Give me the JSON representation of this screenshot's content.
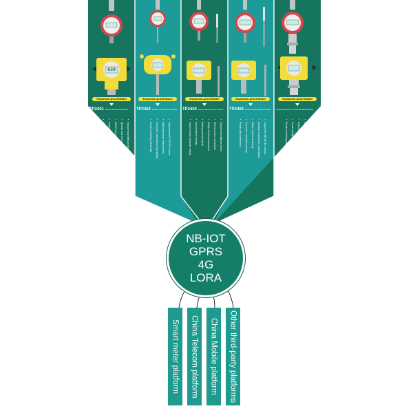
{
  "colors": {
    "dark_green": "#16755f",
    "teal": "#1d9b98",
    "platform": "#1e9a8f",
    "hub": "#147f68",
    "badge": "#f3e33a",
    "device_yellow": "#f2dc3a",
    "display_green": "#c6efe2"
  },
  "columns": [
    {
      "model": "TP2401",
      "subtitle": "Wireless Pressure Smart Meter",
      "badge": "Explosion-proof Model",
      "device_display": "030",
      "features": [
        "High-precision diffusion silicon core",
        "Optional LCD screen and alarm",
        "NB-IOT low power consumption",
        "Long battery life design",
        "Support multiple wireless transmission",
        "Convenient and easy to install"
      ]
    },
    {
      "model": "TP2402",
      "subtitle": "Wireless Temperature Smart Meter",
      "badge": "Explosion-proof Model",
      "device_display": "",
      "features": [
        "High-precision PT100 RTD sensor",
        "Wide temperature measurement",
        "Low power consumption long standby",
        "Remote monitoring of field data"
      ]
    },
    {
      "model": "TP2403",
      "subtitle": "Wireless Liquid Level Smart Meter",
      "badge": "Explosion-proof Model",
      "device_display": "",
      "features": [
        "High-precision diffusion silicon",
        "Ultra low power consumption",
        "Multiple wireless transmission",
        "Battery powered long life",
        "Anti-interference design",
        "Support remote parameter setting"
      ]
    },
    {
      "model": "TP2404",
      "subtitle": "Wireless Water Quality Smart Meter",
      "badge": "Explosion-proof Model",
      "device_display": "",
      "features": [
        "Support PH ORP DO EC sensors",
        "Automatic temperature compensation",
        "Online real-time monitoring",
        "Low power consumption design",
        "Remote data transmission"
      ]
    },
    {
      "model": "",
      "subtitle": "Wireless gas sensor CO H2S NH3 flammable gas",
      "badge": "Explosion-proof Model",
      "device_display": "",
      "features": [
        "Imported gas sensor high accuracy",
        "Detect CO H2S NH3 CH4 flammable gas",
        "Explosion-proof housing",
        "Sound and light alarm output",
        "Remote monitoring alarm"
      ]
    }
  ],
  "hub": {
    "lines": [
      "NB-IOT",
      "GPRS",
      "4G",
      "LORA"
    ]
  },
  "platforms": [
    {
      "label": "Smart meter platform"
    },
    {
      "label": "China Telecom platform"
    },
    {
      "label": "China Mobile platform"
    },
    {
      "label": "Other third-party platforms"
    }
  ]
}
